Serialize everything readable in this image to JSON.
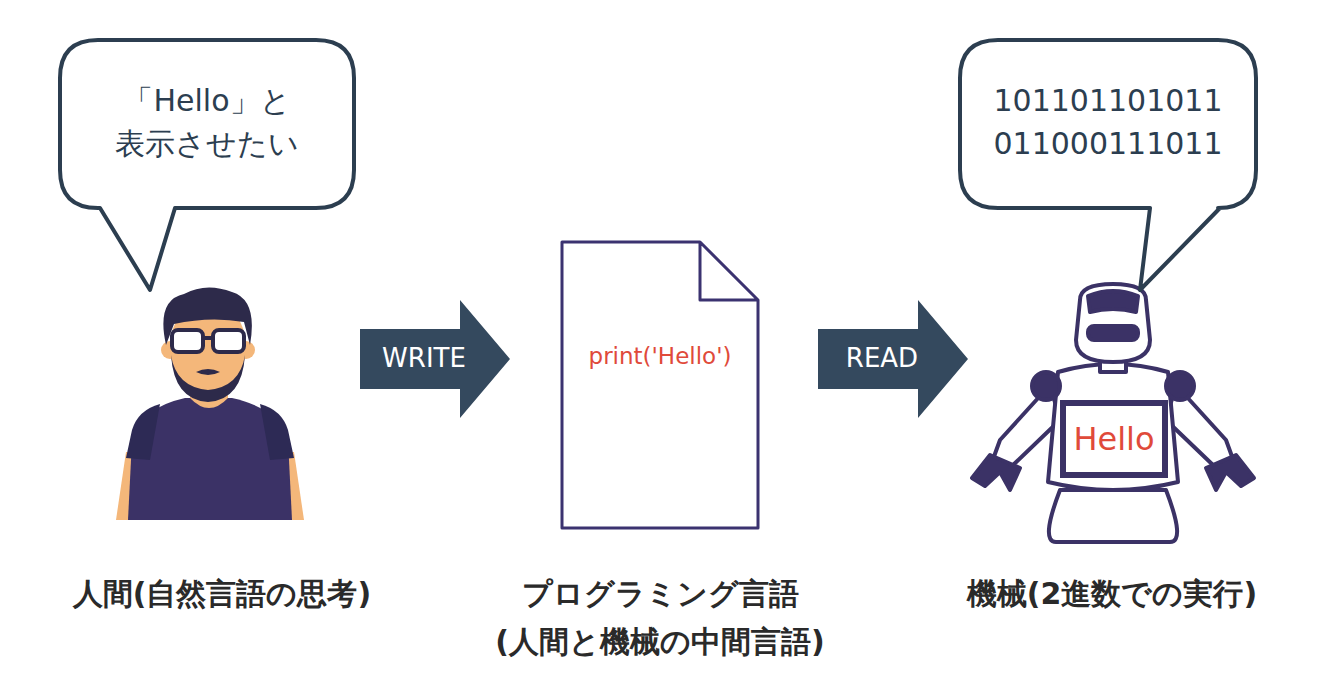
{
  "diagram": {
    "nodes": [
      {
        "text": [
          "「Hello」と 表示させたい"
        ]
      },
      {
        "text": [
          "WRITE"
        ]
      },
      {
        "text": [
          "print('Hello')"
        ]
      },
      {
        "text": [
          "READ"
        ]
      },
      {
        "text": [
          "101101101011 011000111011"
        ]
      },
      {
        "text": [
          "Hello"
        ]
      }
    ],
    "labels": [
      "人間(自然言語の思考)",
      "プログラミング言語 (人間と機械の中間言語)",
      "機械(2進数での実行)"
    ]
  }
}
